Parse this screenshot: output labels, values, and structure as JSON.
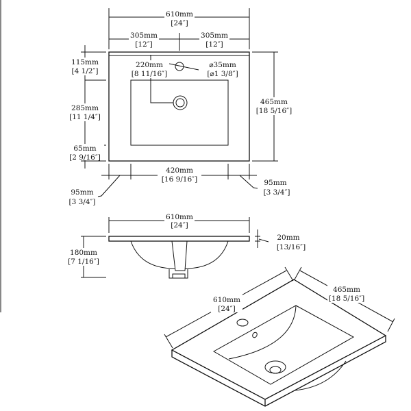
{
  "top_view": {
    "overall_width": {
      "mm": "610mm",
      "in": "[24″]"
    },
    "half_width_left": {
      "mm": "305mm",
      "in": "[12″]"
    },
    "half_width_right": {
      "mm": "305mm",
      "in": "[12″]"
    },
    "back_margin": {
      "mm": "115mm",
      "in": "[4 1/2″]"
    },
    "basin_depth": {
      "mm": "285mm",
      "in": "[11 1/4″]"
    },
    "front_margin": {
      "mm": "65mm",
      "in": "[2 9/16″]"
    },
    "overall_depth": {
      "mm": "465mm",
      "in": "[18 5/16″]"
    },
    "drain_offset": {
      "mm": "220mm",
      "in": "[8 11/16″]"
    },
    "faucet_hole": {
      "mm": "⌀35mm",
      "in": "[⌀1 3/8″]"
    },
    "basin_width": {
      "mm": "420mm",
      "in": "[16 9/16″]"
    },
    "side_margin_left": {
      "mm": "95mm",
      "in": "[3 3/4″]"
    },
    "side_margin_right": {
      "mm": "95mm",
      "in": "[3 3/4″]"
    }
  },
  "side_view": {
    "overall_width": {
      "mm": "610mm",
      "in": "[24″]"
    },
    "height": {
      "mm": "180mm",
      "in": "[7 1/16″]"
    },
    "thickness": {
      "mm": "20mm",
      "in": "[13/16″]"
    }
  },
  "iso_view": {
    "width": {
      "mm": "610mm",
      "in": "[24″]"
    },
    "depth": {
      "mm": "465mm",
      "in": "[18 5/16″]"
    }
  }
}
